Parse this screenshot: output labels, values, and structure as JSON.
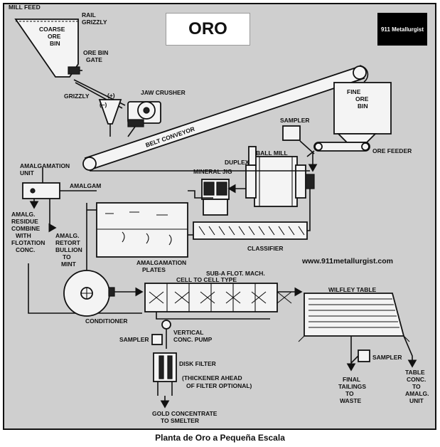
{
  "title": "ORO",
  "logo_text": "911 Metallurgist",
  "website": "www.911metallurgist.com",
  "caption": "Planta de Oro a Pequeña Escala",
  "labels": {
    "mill_feed": "MILL FEED",
    "rail_grizzly": [
      "RAIL",
      "GRIZZLY"
    ],
    "coarse_ore_bin": [
      "COARSE",
      "ORE",
      "BIN"
    ],
    "ore_bin_gate": [
      "ORE BIN",
      "GATE"
    ],
    "grizzly": "GRIZZLY",
    "plus": "(+)",
    "minus": "(–)",
    "jaw_crusher": "JAW CRUSHER",
    "belt_conveyor": "BELT CONVEYOR",
    "fine_ore_bin": [
      "FINE",
      "ORE",
      "BIN"
    ],
    "sampler_top": "SAMPLER",
    "ore_feeder": "ORE FEEDER",
    "duplex": "DUPLEX",
    "ball_mill": "BALL MILL",
    "mineral_jig": "MINERAL JIG",
    "amalgamation_unit": [
      "AMALGAMATION",
      "UNIT"
    ],
    "amalgam": "AMALGAM",
    "amalg_residue": [
      "AMALG.",
      "RESIDUE",
      "COMBINE",
      "WITH",
      "FLOTATION",
      "CONC."
    ],
    "amalg_retort": [
      "AMALG.",
      "RETORT",
      "BULLION",
      "TO",
      "MINT"
    ],
    "amalgamation_plates": [
      "AMALGAMATION",
      "PLATES"
    ],
    "classifier": "CLASSIFIER",
    "sub_a_flot": [
      "SUB-A FLOT. MACH.",
      "CELL TO CELL TYPE"
    ],
    "wilfley_table": "WILFLEY TABLE",
    "conditioner": "CONDITIONER",
    "sampler_mid": "SAMPLER",
    "vertical_pump": [
      "VERTICAL",
      "CONC. PUMP"
    ],
    "disk_filter": "DISK FILTER",
    "thickener_note": [
      "(THICKENER AHEAD",
      "OF FILTER OPTIONAL)"
    ],
    "gold_concentrate": [
      "GOLD CONCENTRATE",
      "TO SMELTER"
    ],
    "sampler_right": "SAMPLER",
    "final_tailings": [
      "FINAL",
      "TAILINGS",
      "TO",
      "WASTE"
    ],
    "table_conc": [
      "TABLE",
      "CONC.",
      "TO",
      "AMALG.",
      "UNIT"
    ]
  }
}
